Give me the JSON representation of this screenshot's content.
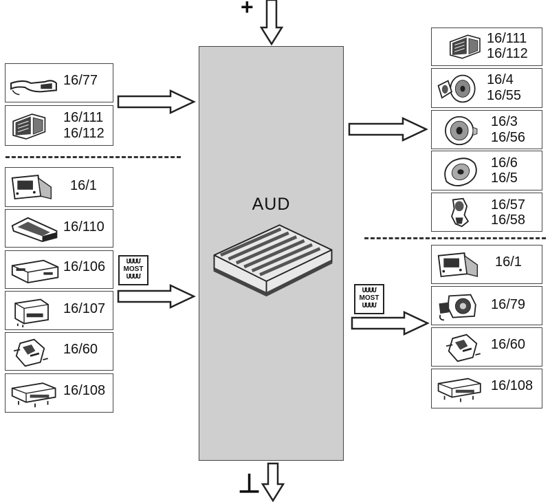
{
  "central_unit": {
    "label": "AUD"
  },
  "supply": {
    "positive_symbol": "+",
    "ground_symbol": "⊥"
  },
  "most_badge": {
    "wave_top": "ՄՄՄՄ",
    "text": "MOST",
    "wave_bottom": "ՄՄՄՄ"
  },
  "inputs": {
    "group_top": [
      {
        "icon": "handset-icon",
        "labels": [
          "16/77"
        ]
      },
      {
        "icon": "loudspeaker-housing-icon",
        "labels": [
          "16/111",
          "16/112"
        ]
      }
    ],
    "group_bottom": [
      {
        "icon": "head-unit-icon",
        "labels": [
          "16/1"
        ]
      },
      {
        "icon": "antenna-bar-icon",
        "labels": [
          "16/110"
        ]
      },
      {
        "icon": "cd-changer-icon",
        "labels": [
          "16/106"
        ]
      },
      {
        "icon": "tuner-module-icon",
        "labels": [
          "16/107"
        ]
      },
      {
        "icon": "control-module-icon",
        "labels": [
          "16/60"
        ]
      },
      {
        "icon": "amplifier-module-icon",
        "labels": [
          "16/108"
        ]
      }
    ]
  },
  "outputs": {
    "group_top": [
      {
        "icon": "loudspeaker-housing-icon",
        "labels": [
          "16/111",
          "16/112"
        ]
      },
      {
        "icon": "speaker-pair-icon",
        "labels": [
          "16/4",
          "16/55"
        ]
      },
      {
        "icon": "round-speaker-icon",
        "labels": [
          "16/3",
          "16/56"
        ]
      },
      {
        "icon": "oval-speaker-icon",
        "labels": [
          "16/6",
          "16/5"
        ]
      },
      {
        "icon": "tweeter-icon",
        "labels": [
          "16/57",
          "16/58"
        ]
      }
    ],
    "group_bottom": [
      {
        "icon": "head-unit-icon",
        "labels": [
          "16/1"
        ]
      },
      {
        "icon": "display-unit-icon",
        "labels": [
          "16/79"
        ]
      },
      {
        "icon": "control-module-icon",
        "labels": [
          "16/60"
        ]
      },
      {
        "icon": "amplifier-module-icon",
        "labels": [
          "16/108"
        ]
      }
    ]
  }
}
